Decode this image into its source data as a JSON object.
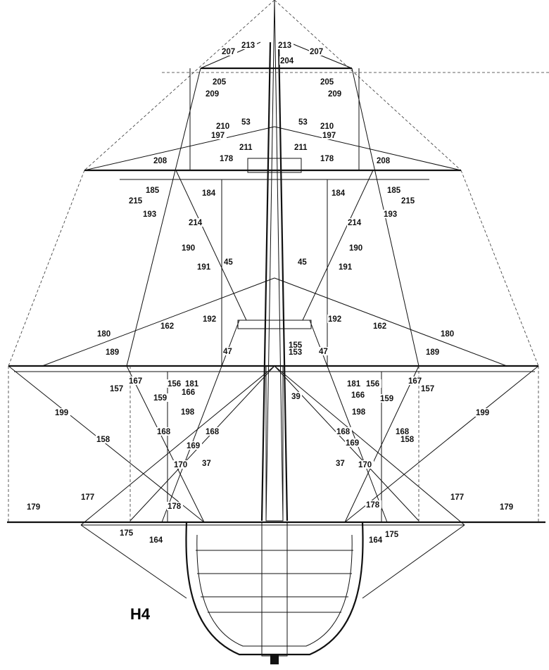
{
  "figure_id": "H4",
  "callouts": [
    "213",
    "213",
    "207",
    "207",
    "204",
    "205",
    "205",
    "209",
    "209",
    "53",
    "53",
    "210",
    "210",
    "197",
    "197",
    "211",
    "211",
    "178",
    "178",
    "208",
    "208",
    "185",
    "185",
    "184",
    "184",
    "215",
    "215",
    "193",
    "193",
    "214",
    "214",
    "190",
    "190",
    "191",
    "191",
    "45",
    "45",
    "192",
    "192",
    "162",
    "162",
    "180",
    "180",
    "189",
    "189",
    "47",
    "47",
    "155",
    "153",
    "167",
    "167",
    "156",
    "181",
    "181",
    "156",
    "157",
    "157",
    "166",
    "166",
    "159",
    "159",
    "39",
    "199",
    "199",
    "198",
    "198",
    "158",
    "158",
    "168",
    "168",
    "168",
    "168",
    "169",
    "169",
    "37",
    "37",
    "170",
    "170",
    "177",
    "177",
    "179",
    "179",
    "178",
    "178",
    "175",
    "175",
    "164",
    "164"
  ]
}
